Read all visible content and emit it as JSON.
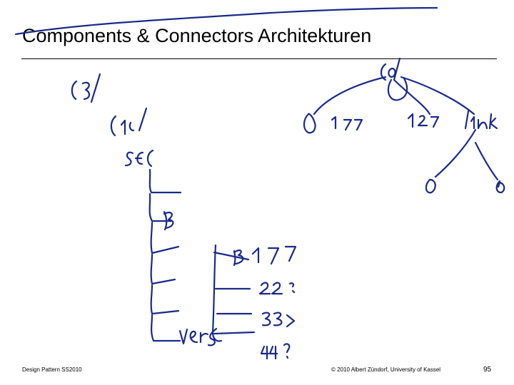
{
  "slide": {
    "title": "Components & Connectors Architekturen",
    "footer_left": "Design Pattern SS2010",
    "footer_center": "© 2010 Albert Zündorf, University of Kassel",
    "page_number": "95",
    "ink_color": "#1a2a8a"
  }
}
